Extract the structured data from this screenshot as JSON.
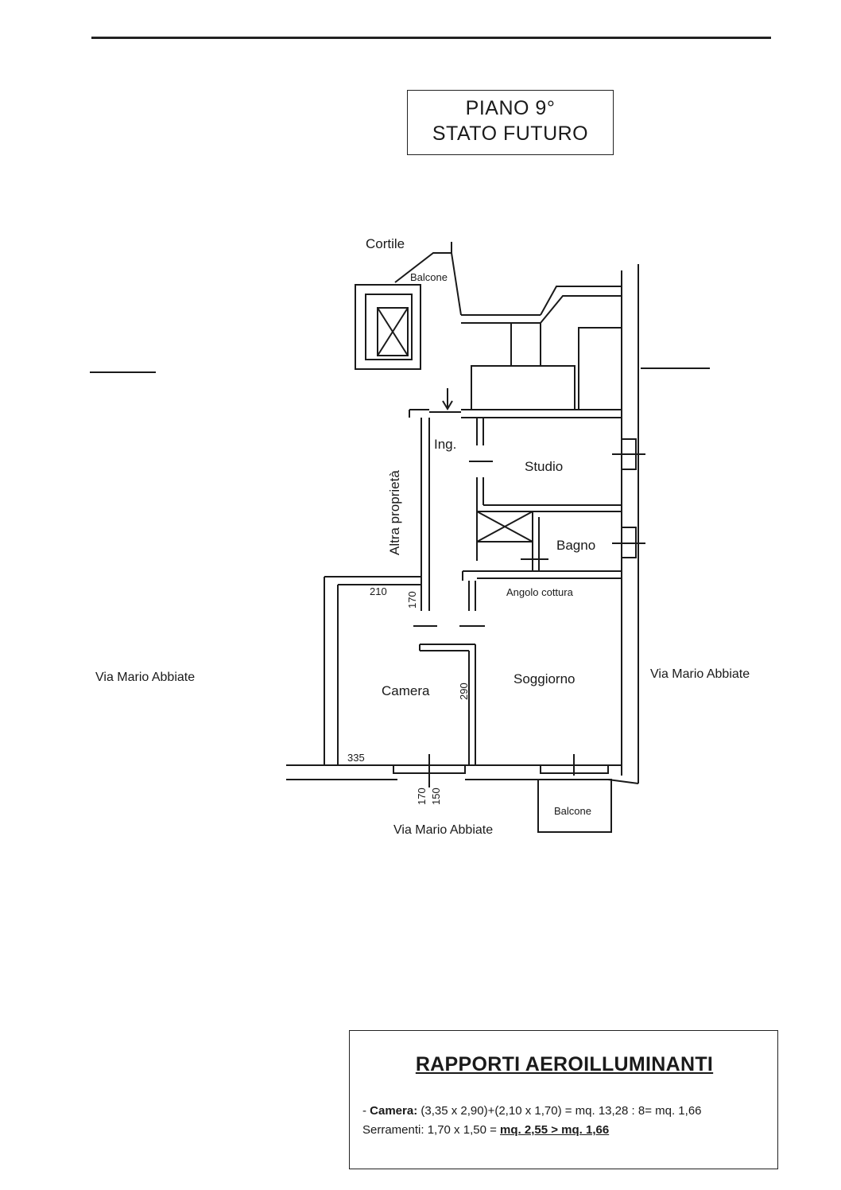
{
  "header": {
    "title_line1": "PIANO 9°",
    "title_line2": "STATO FUTURO"
  },
  "plan": {
    "labels": {
      "cortile": "Cortile",
      "balcone_top": "Balcone",
      "ingresso": "Ing.",
      "studio": "Studio",
      "bagno": "Bagno",
      "angolo_cottura": "Angolo cottura",
      "altra_proprieta": "Altra proprietà",
      "camera": "Camera",
      "soggiorno": "Soggiorno",
      "balcone_bottom": "Balcone"
    },
    "dimensions": {
      "d210": "210",
      "d170_top": "170",
      "d290": "290",
      "d335": "335",
      "d170_bottom": "170",
      "d150": "150"
    },
    "streets": {
      "left": "Via Mario Abbiate",
      "right": "Via Mario Abbiate",
      "bottom": "Via Mario Abbiate"
    }
  },
  "rapporti": {
    "title": "RAPPORTI AEROILLUMINANTI",
    "camera_prefix": "- ",
    "camera_label": "Camera:",
    "camera_formula": " (3,35 x 2,90)+(2,10 x 1,70) = mq. 13,28 : 8= mq. 1,66",
    "serramenti_label": "Serramenti: 1,70 x 1,50 = ",
    "serramenti_result": "mq. 2,55 > mq.  1,66"
  }
}
